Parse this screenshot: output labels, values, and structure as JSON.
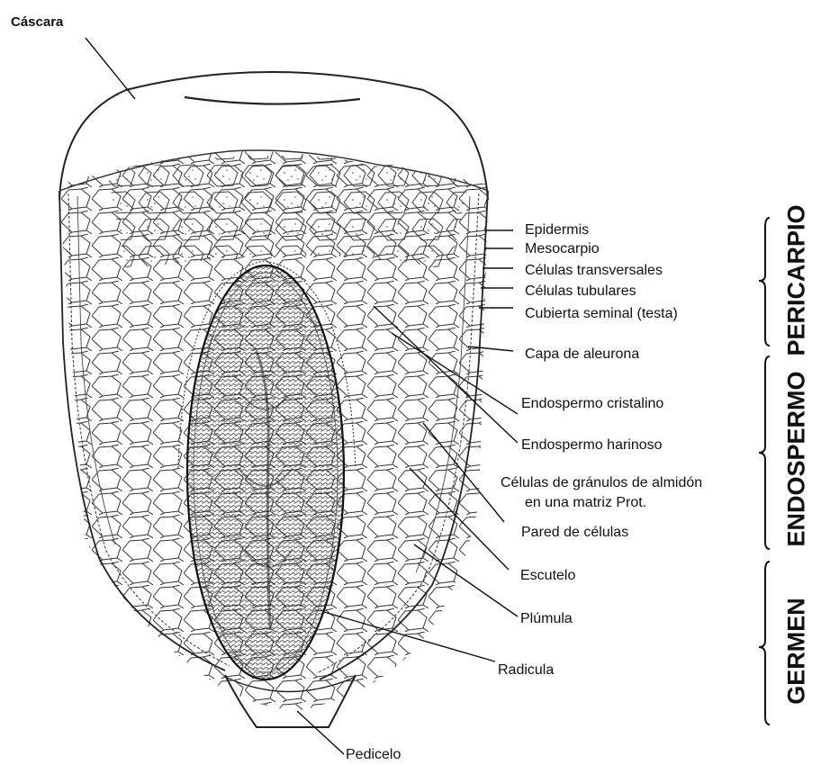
{
  "labels": {
    "cascara": "Cáscara",
    "epidermis": "Epidermis",
    "mesocarpio": "Mesocarpio",
    "celulas_transversales": "Células transversales",
    "celulas_tubulares": "Células tubulares",
    "cubierta_seminal": "Cubierta seminal (testa)",
    "capa_aleurona": "Capa de aleurona",
    "endospermo_cristalino": "Endospermo cristalino",
    "endospermo_harinoso": "Endospermo harinoso",
    "celulas_granulos_1": "Células de gránulos de almidón",
    "celulas_granulos_2": "en una matriz Prot.",
    "pared_celulas": "Pared de células",
    "escutelo": "Escutelo",
    "plumula": "Plúmula",
    "radicula": "Radicula",
    "pedicelo": "Pedicelo"
  },
  "sections": {
    "pericarpio": "PERICARPIO",
    "endospermo": "ENDOSPERMO",
    "germen": "GERMEN"
  }
}
